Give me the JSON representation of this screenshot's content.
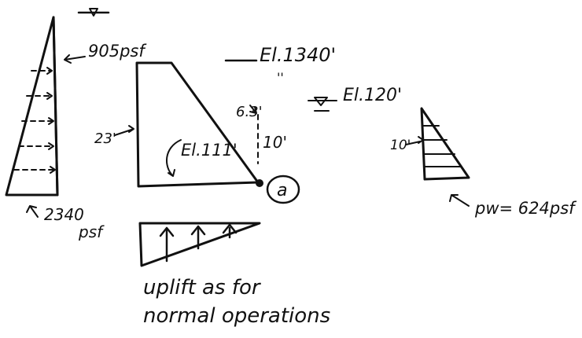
{
  "upstream": {
    "top_pressure": "905psf",
    "bottom_pressure": [
      "2340",
      "psf"
    ]
  },
  "dam": {
    "crest_elevation": "El.1340'",
    "height": "23'",
    "base_elevation": "El.111'",
    "tail_depth": "10'",
    "slope_label": "6.3'",
    "toe_point_label": "a"
  },
  "tailwater": {
    "elevation": "El.120'",
    "depth": "10'",
    "pressure": "pw= 624psf"
  },
  "uplift": {
    "note_line1": "uplift as for",
    "note_line2": "normal operations"
  }
}
